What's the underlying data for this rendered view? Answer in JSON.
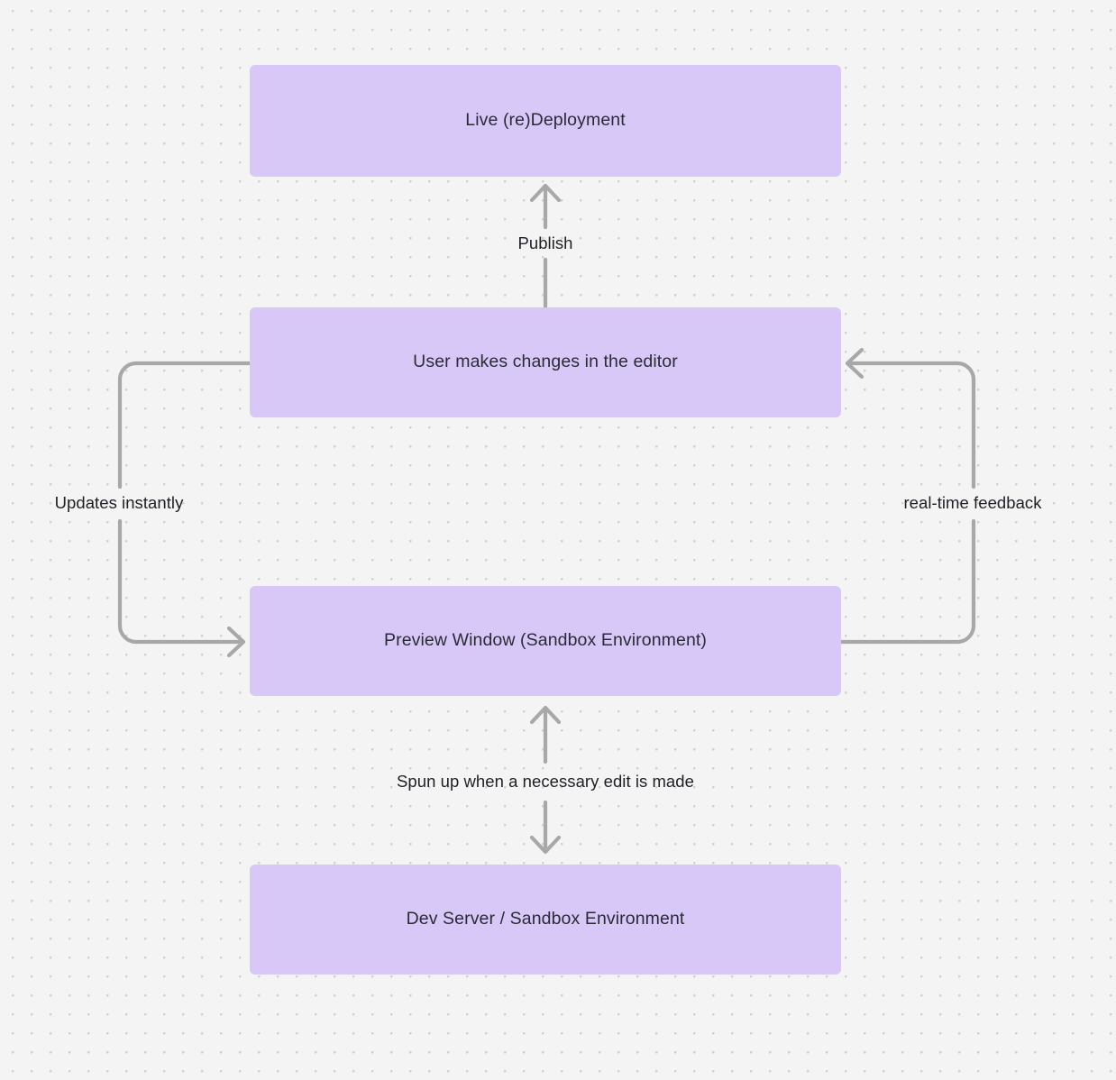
{
  "diagram": {
    "type": "flowchart",
    "background_color": "#f4f4f4",
    "node_color": "#d8c8f8",
    "edge_color": "#a8a8a8",
    "text_color": "#2b2b35",
    "nodes": [
      {
        "id": "live-deployment",
        "label": "Live (re)Deployment"
      },
      {
        "id": "user-edits",
        "label": "User makes changes in the editor"
      },
      {
        "id": "preview-window",
        "label": "Preview Window (Sandbox Environment)"
      },
      {
        "id": "dev-server",
        "label": "Dev Server / Sandbox Environment"
      }
    ],
    "edges": [
      {
        "id": "publish",
        "from": "user-edits",
        "to": "live-deployment",
        "label": "Publish",
        "direction": "up"
      },
      {
        "id": "updates",
        "from": "user-edits",
        "to": "preview-window",
        "label": "Updates instantly",
        "direction": "down-left-loop"
      },
      {
        "id": "feedback",
        "from": "preview-window",
        "to": "user-edits",
        "label": "real-time feedback",
        "direction": "up-right-loop"
      },
      {
        "id": "spun-up",
        "from": "preview-window",
        "to": "dev-server",
        "label": "Spun up when a necessary edit is made",
        "direction": "bidirectional"
      }
    ]
  }
}
